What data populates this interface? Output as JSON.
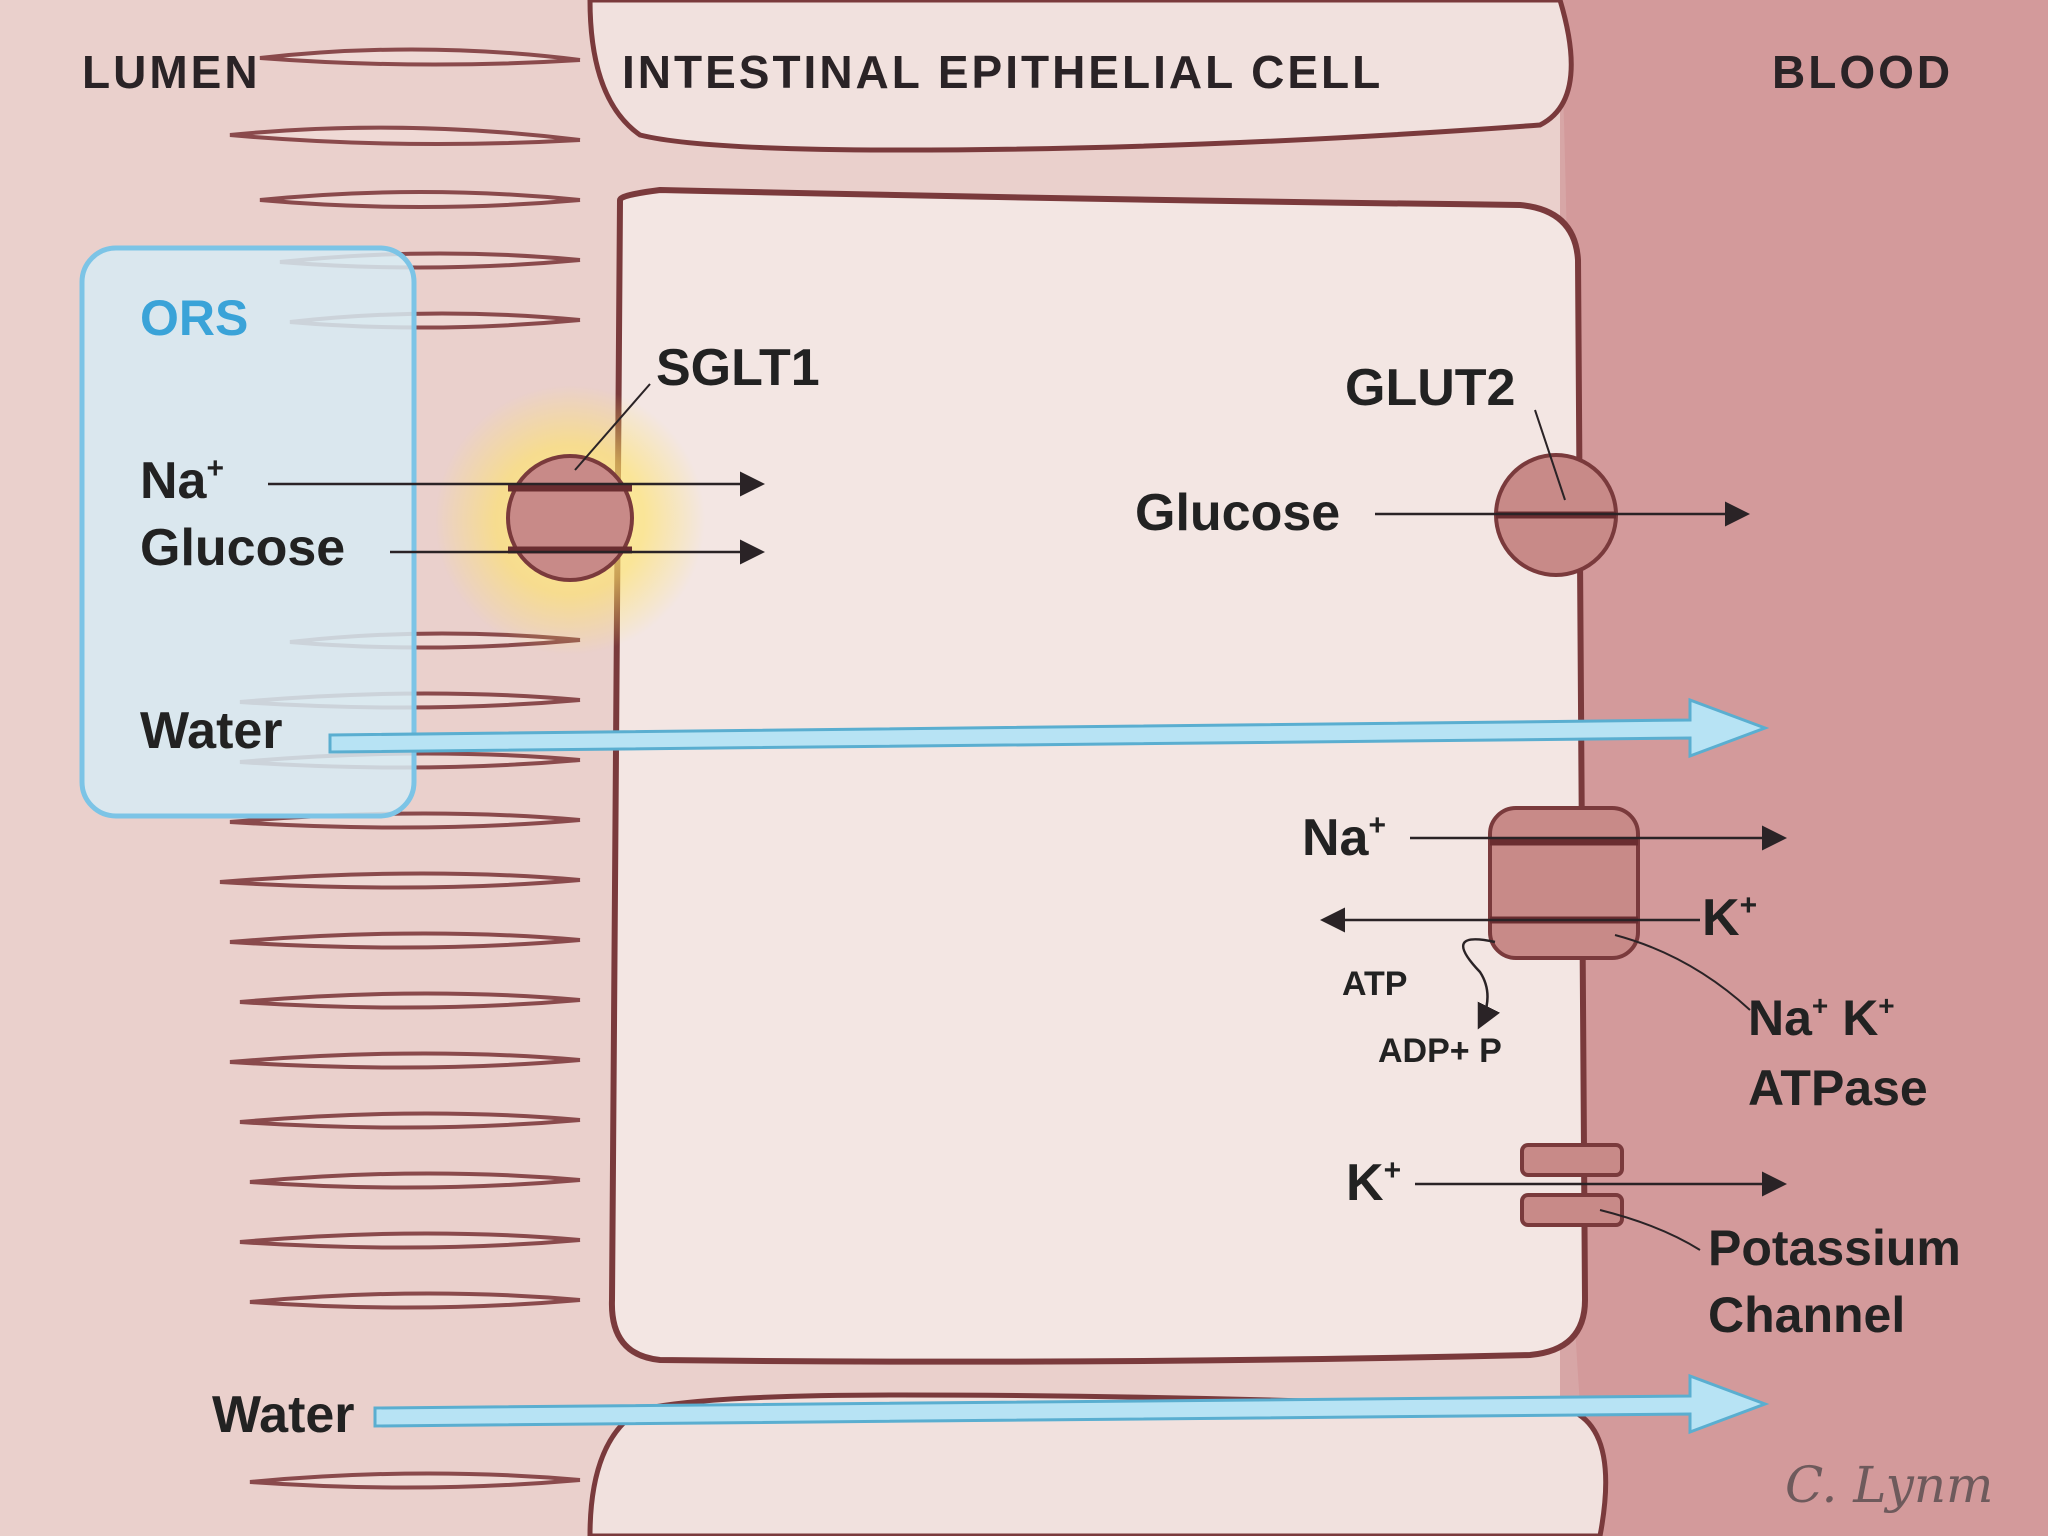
{
  "headers": {
    "lumen": "LUMEN",
    "cell": "INTESTINAL EPITHELIAL CELL",
    "blood": "BLOOD"
  },
  "ors": {
    "title": "ORS",
    "na": "Na",
    "na_sup": "+",
    "glucose": "Glucose",
    "water": "Water"
  },
  "transporters": {
    "sglt1": "SGLT1",
    "glut2": "GLUT2",
    "glut2_glucose": "Glucose"
  },
  "pump": {
    "na": "Na",
    "na_sup": "+",
    "k": "K",
    "k_sup": "+",
    "atp": "ATP",
    "adp": "ADP+ P",
    "name_line1_na": "Na",
    "name_line1_na_sup": "+",
    "name_line1_k": "K",
    "name_line1_k_sup": "+",
    "name_line2": "ATPase"
  },
  "channel": {
    "k": "K",
    "k_sup": "+",
    "name_line1": "Potassium",
    "name_line2": "Channel"
  },
  "bottom_water": "Water",
  "signature": "C. Lynm",
  "colors": {
    "lumen_bg": "#ead0cc",
    "cell_fill": "#f3e6e3",
    "blood_bg": "#d7a6a6",
    "membrane": "#7a3a3c",
    "transporter": "#c88a88",
    "ors_box": "#d7ebf3",
    "ors_border": "#7cc4e6",
    "water_arrow": "#b7e3f4",
    "glow": "#ffe86a"
  }
}
